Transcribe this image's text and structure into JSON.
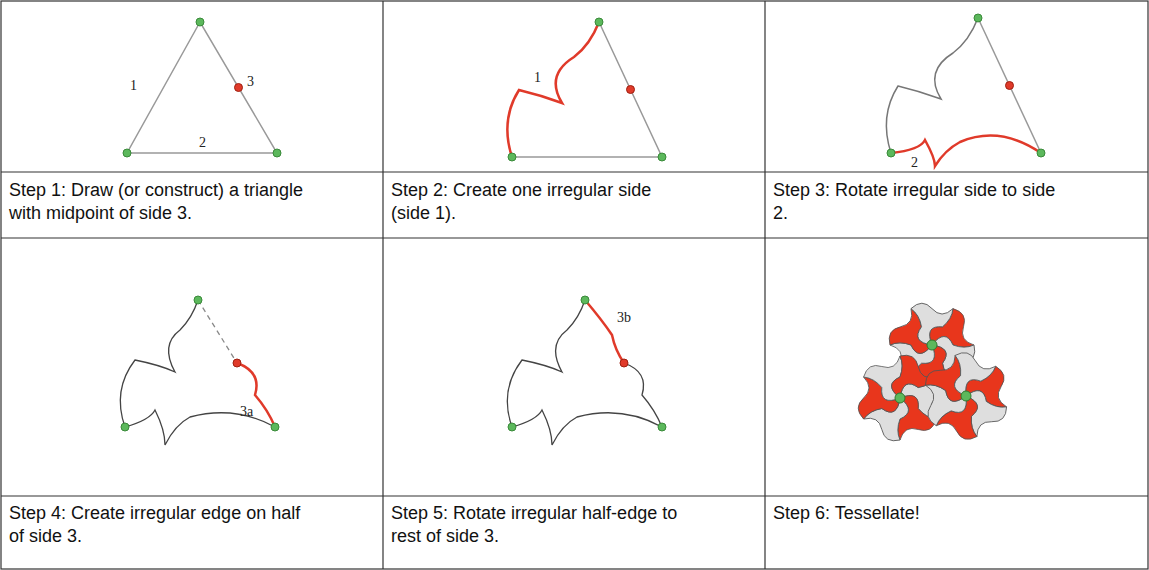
{
  "diagram": {
    "labels": [
      "1",
      "3",
      "2",
      "Step 1: Draw (or construct) a triangle with midpoint of side 3.",
      "1",
      "Step 2: Create one irregular side (side 1).",
      "2",
      "Step 3: Rotate irregular side to side 2.",
      "3a",
      "Step 4: Create irregular edge on half of side 3.",
      "3b",
      "Step 5: Rotate irregular half-edge to rest of side 3.",
      "Step 6: Tessellate!"
    ]
  }
}
